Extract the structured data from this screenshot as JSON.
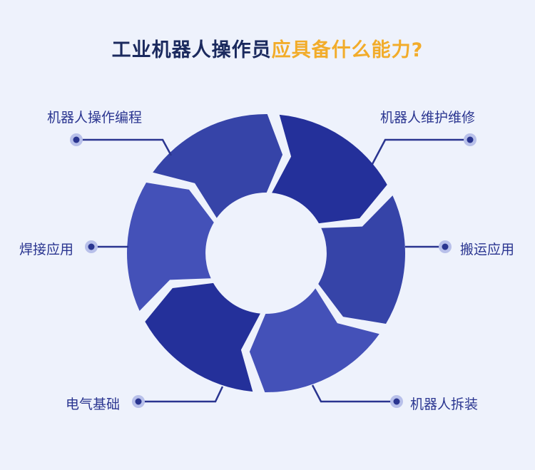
{
  "title": {
    "part1": "工业机器人操作员",
    "part2": "应具备什么能力?"
  },
  "colors": {
    "dark": "#24309a",
    "medium": "#3644a8",
    "light": "#4451b8",
    "accent": "#f2ac2a",
    "line": "#2a3590"
  },
  "labels": {
    "top_left": "机器人操作编程",
    "top_right": "机器人维护维修",
    "mid_left": "焊接应用",
    "mid_right": "搬运应用",
    "bottom_left": "电气基础",
    "bottom_right": "机器人拆装"
  }
}
